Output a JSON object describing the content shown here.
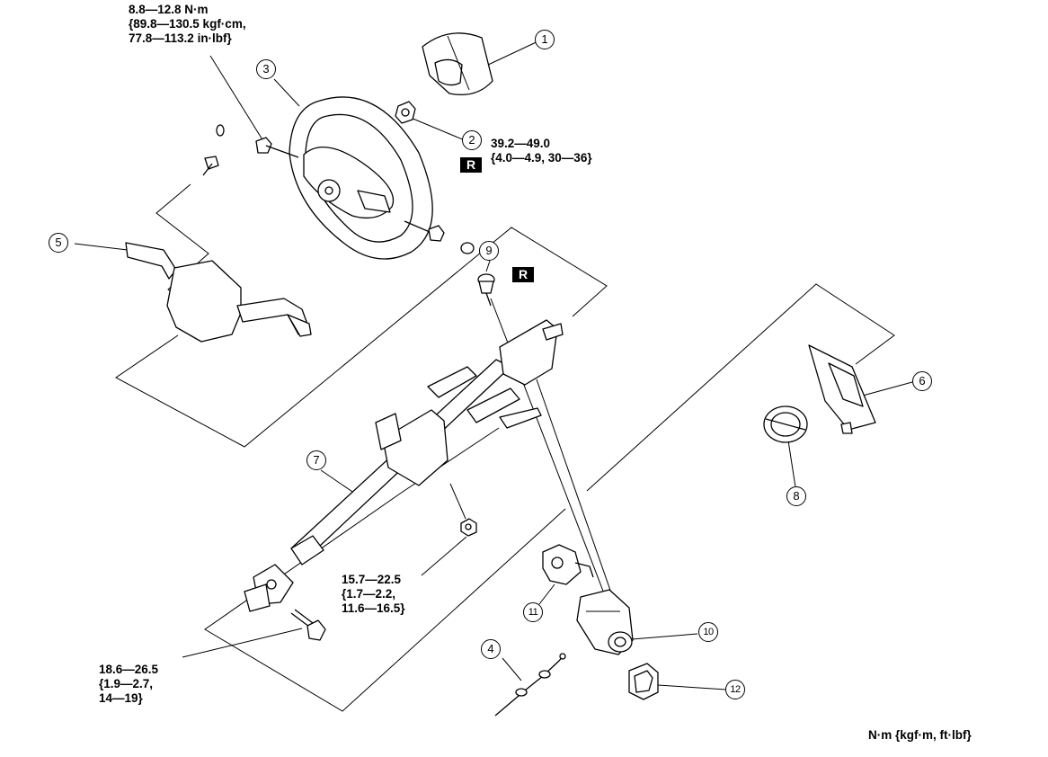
{
  "callouts": [
    {
      "id": "c1",
      "number": "1"
    },
    {
      "id": "c2",
      "number": "2"
    },
    {
      "id": "c3",
      "number": "3"
    },
    {
      "id": "c4",
      "number": "4"
    },
    {
      "id": "c5",
      "number": "5"
    },
    {
      "id": "c6",
      "number": "6"
    },
    {
      "id": "c7",
      "number": "7"
    },
    {
      "id": "c8",
      "number": "8"
    },
    {
      "id": "c9",
      "number": "9"
    },
    {
      "id": "c10",
      "number": "10"
    },
    {
      "id": "c11",
      "number": "11"
    },
    {
      "id": "c12",
      "number": "12"
    }
  ],
  "torque_specs": {
    "steering_wheel_bolt": [
      "8.8—12.8 N·m",
      "{89.8—130.5 kgf·cm,",
      "77.8—113.2 in·lbf}"
    ],
    "steering_wheel_nut": [
      "39.2—49.0",
      "{4.0—4.9, 30—36}"
    ],
    "column_nut": [
      "15.7—22.5",
      "{1.7—2.2,",
      "11.6—16.5}"
    ],
    "joint_bolt": [
      "18.6—26.5",
      "{1.9—2.7,",
      "14—19}"
    ]
  },
  "replace_marks": [
    "R",
    "R"
  ],
  "units_note": "N·m {kgf·m, ft·lbf}"
}
